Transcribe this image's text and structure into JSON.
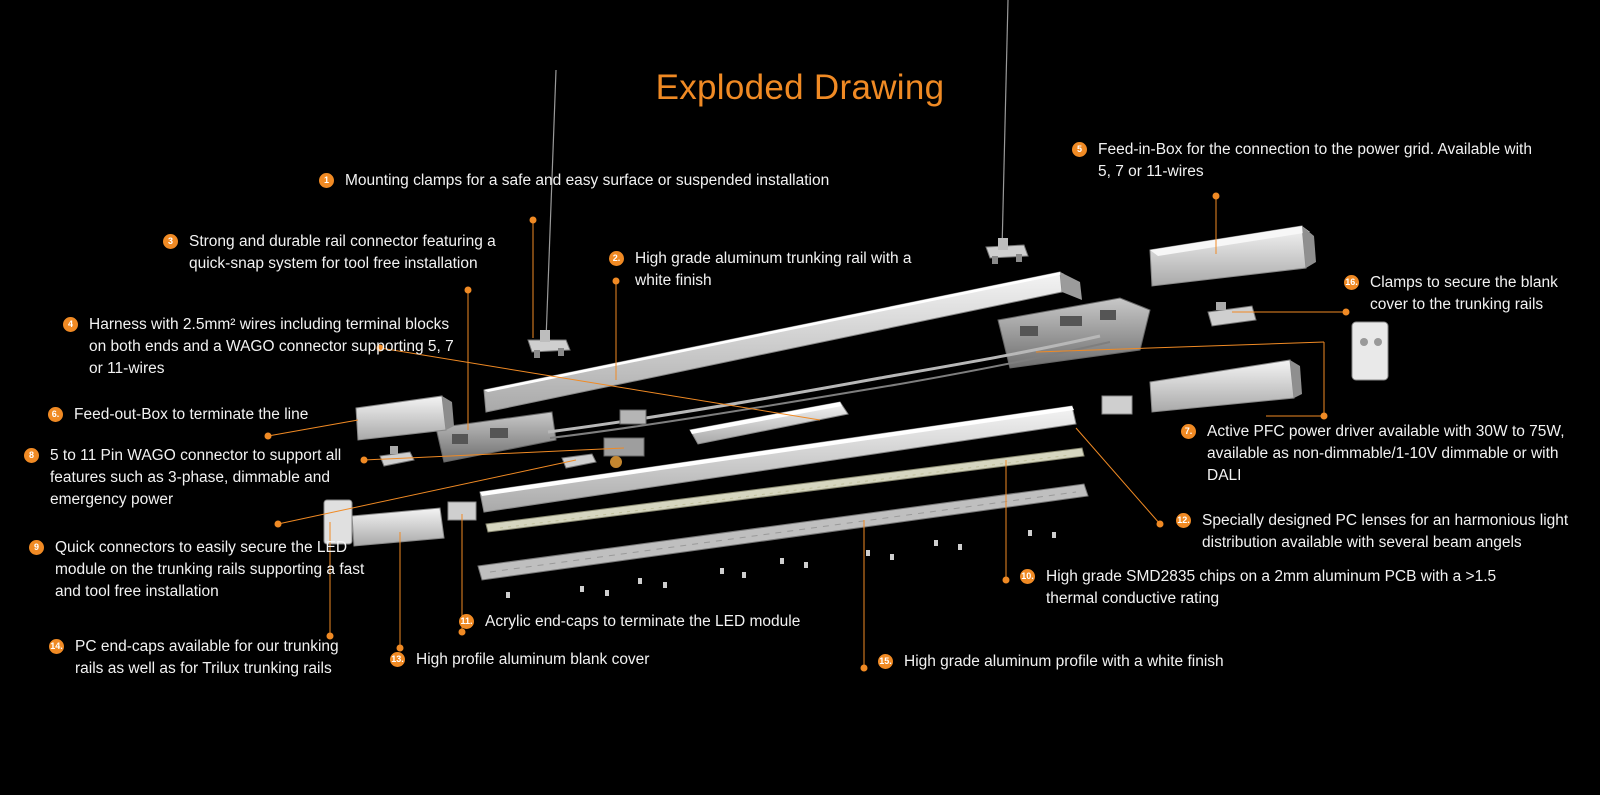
{
  "title": "Exploded Drawing",
  "colors": {
    "accent": "#f08a24",
    "background": "#000000",
    "text": "#f2f2f2",
    "part": "#d8d8d8"
  },
  "callouts": [
    {
      "num": "1",
      "text": "Mounting clamps for a safe and easy surface or suspended installation"
    },
    {
      "num": "2.",
      "text": "High grade aluminum trunking rail with a white finish"
    },
    {
      "num": "3",
      "text": "Strong and durable rail connector featuring a quick-snap system for tool free installation"
    },
    {
      "num": "4",
      "text": "Harness with 2.5mm² wires including terminal blocks on both ends and a WAGO connector supporting 5, 7 or 11-wires"
    },
    {
      "num": "5",
      "text": "Feed-in-Box for the connection to the power grid. Available with 5, 7 or 11-wires"
    },
    {
      "num": "6.",
      "text": "Feed-out-Box to terminate the line"
    },
    {
      "num": "7.",
      "text": "Active PFC power driver available with 30W to 75W, available as non-dimmable/1-10V dimmable or with DALI"
    },
    {
      "num": "8",
      "text": "5 to 11 Pin WAGO connector to support all features such as 3-phase, dimmable and emergency power"
    },
    {
      "num": "9",
      "text": "Quick connectors to easily secure the LED module on the trunking rails supporting a fast and tool free installation"
    },
    {
      "num": "10.",
      "text": "High grade SMD2835 chips on a 2mm aluminum PCB with a >1.5 thermal conductive rating"
    },
    {
      "num": "11.",
      "text": "Acrylic end-caps to terminate the LED module"
    },
    {
      "num": "12.",
      "text": "Specially designed PC lenses for an harmonious light distribution available with several beam angels"
    },
    {
      "num": "13.",
      "text": "High profile aluminum blank cover"
    },
    {
      "num": "14.",
      "text": "PC end-caps available for our trunking rails as well as for Trilux trunking rails"
    },
    {
      "num": "15.",
      "text": "High grade aluminum profile with a white finish"
    },
    {
      "num": "16.",
      "text": "Clamps to secure the blank cover to the trunking rails"
    }
  ]
}
